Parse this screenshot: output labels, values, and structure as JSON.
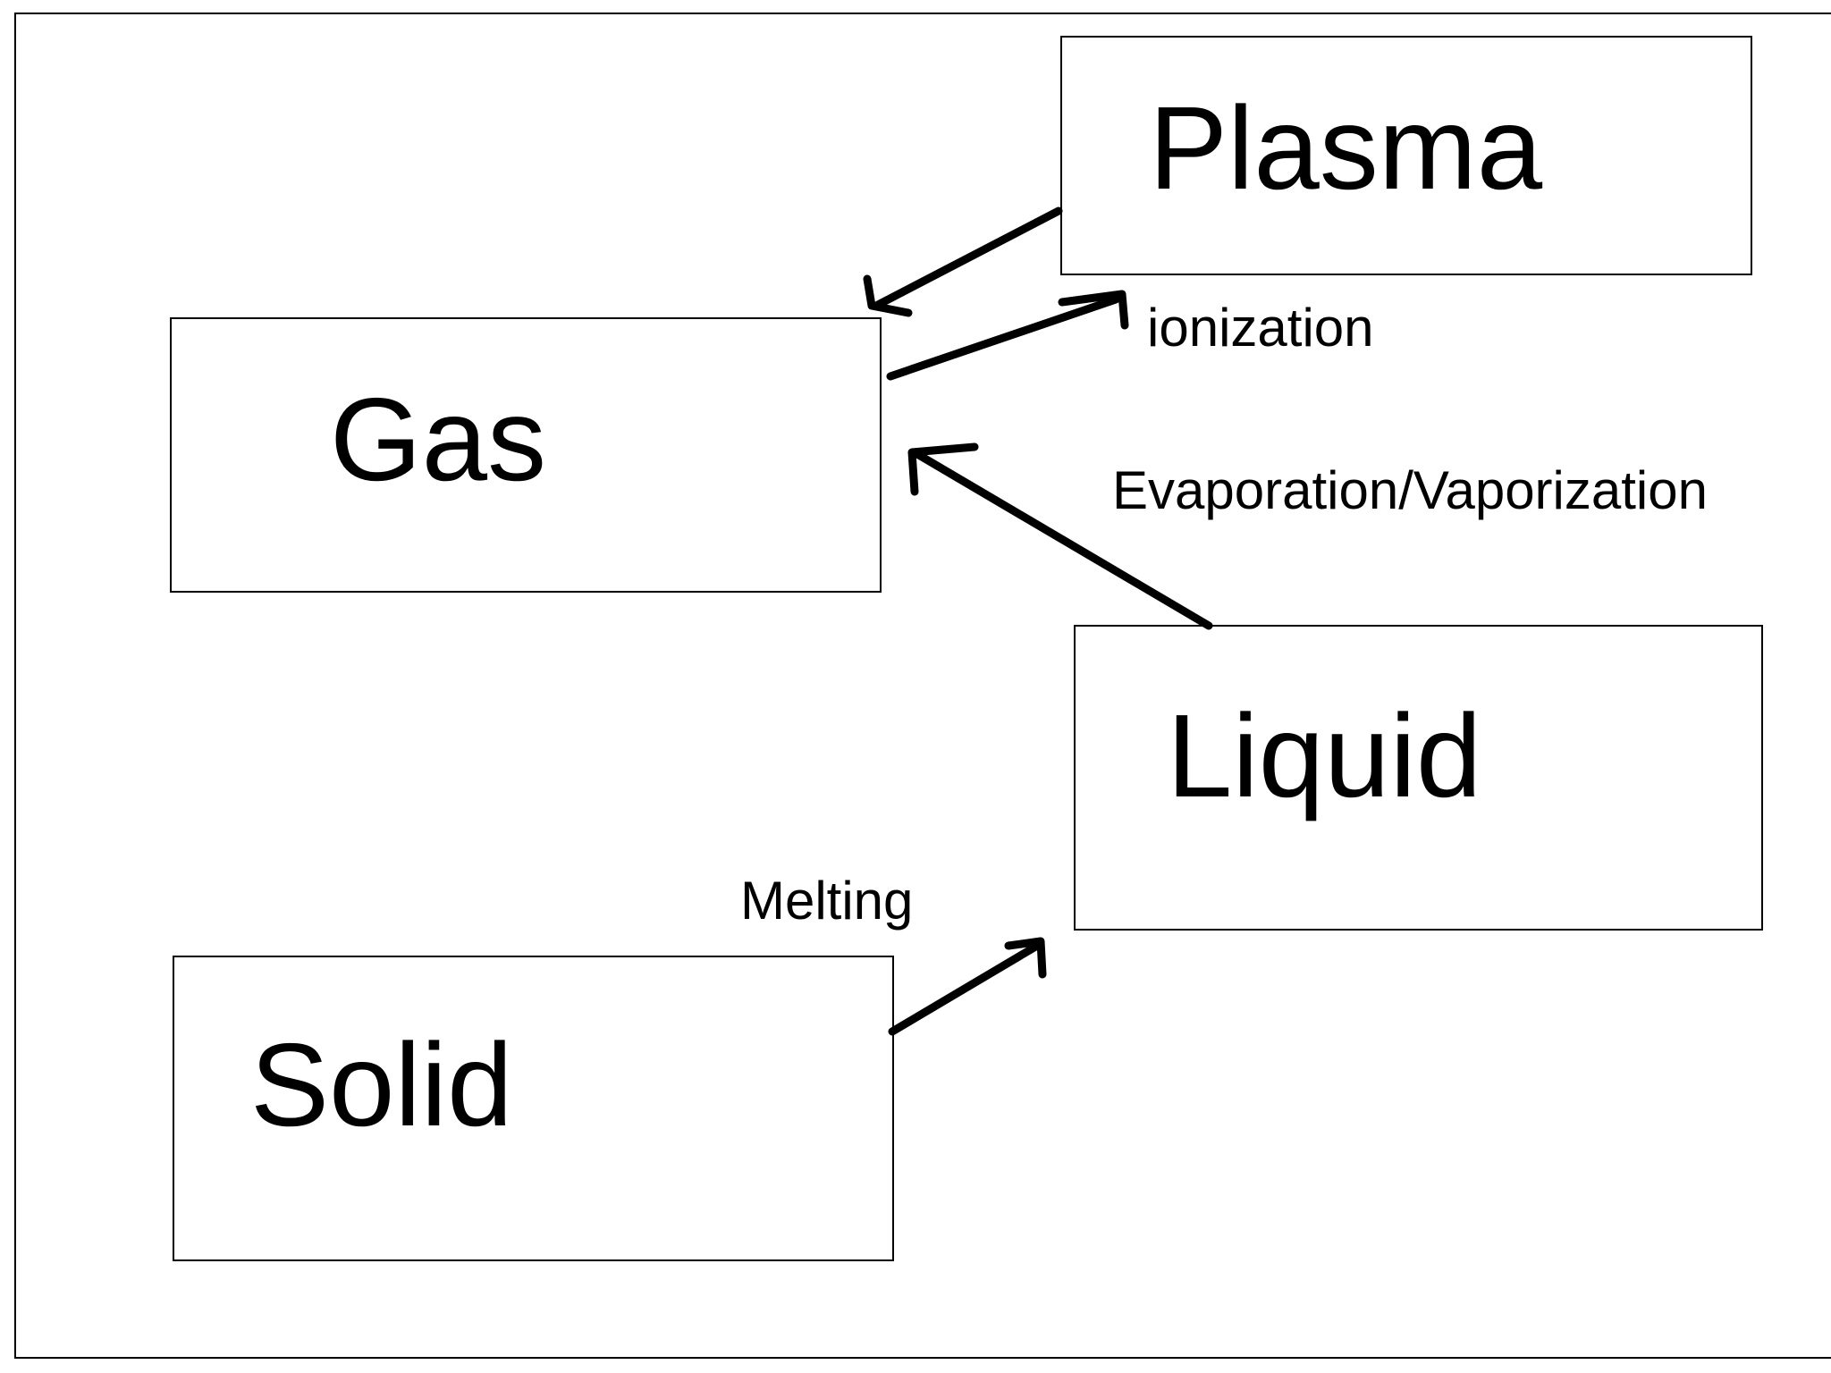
{
  "diagram": {
    "states": {
      "plasma": "Plasma",
      "gas": "Gas",
      "liquid": "Liquid",
      "solid": "Solid"
    },
    "transitions": {
      "ionization": "ionization",
      "evaporation": "Evaporation/Vaporization",
      "melting": "Melting"
    },
    "colors": {
      "stroke": "#000000",
      "background": "#ffffff"
    }
  }
}
